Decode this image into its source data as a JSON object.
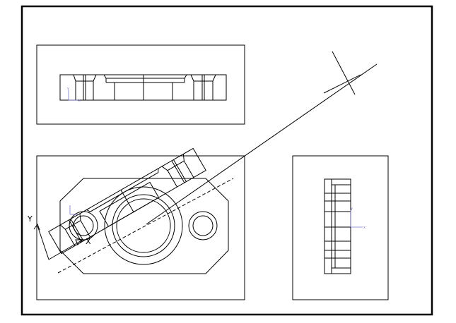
{
  "drawing": {
    "ucs_main_x_label": "X",
    "ucs_main_y_label": "Y",
    "ucs_small_x_label": "x",
    "ucs_small_y_label": "y",
    "line_color": "#000000",
    "ucs_color": "#7777cc"
  }
}
